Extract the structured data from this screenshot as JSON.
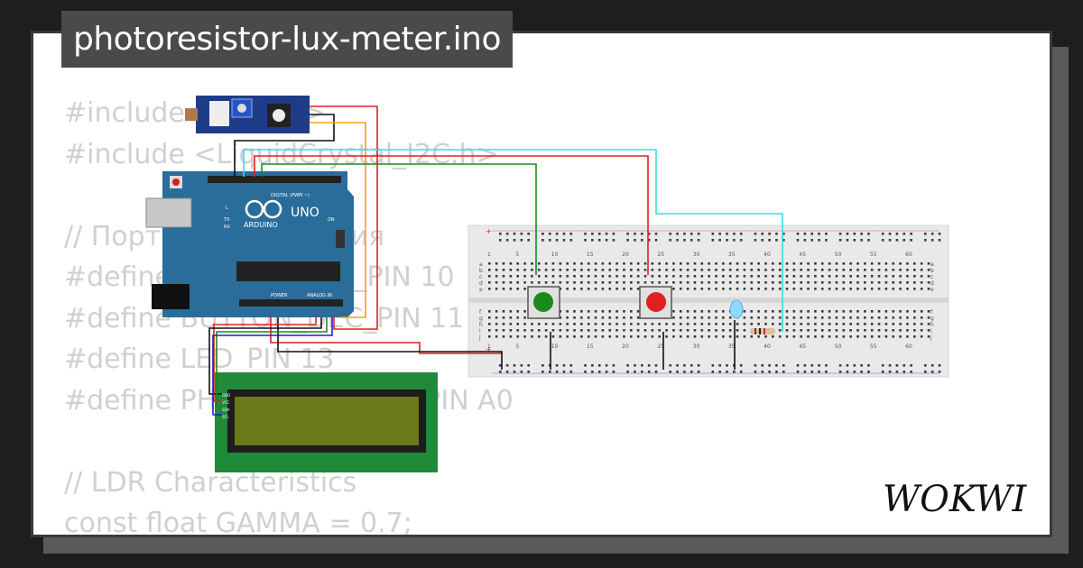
{
  "title": "photoresistor-lux-meter.ino",
  "code_lines": [
    "#include <Wire.h>",
    "#include <LiquidCrystal_I2C.h>",
    "",
    "// Порты подключения",
    "#define BUTTON_INC_PIN 10",
    "#define BUTTON_DEC_PIN 11",
    "#define LED_PIN 13",
    "#define PHOTORESISTOR_PIN A0",
    "",
    "// LDR Characteristics",
    "const float GAMMA = 0.7;"
  ],
  "brand": "WOKWI",
  "board": {
    "name": "UNO",
    "maker": "ARDUINO",
    "header_digital": "DIGITAL (PWM ~)",
    "header_power": "POWER",
    "header_analog": "ANALOG IN",
    "label_on": "ON",
    "label_tx": "TX",
    "label_rx": "RX",
    "label_l": "L"
  },
  "breadboard": {
    "column_numbers": [
      "1",
      "5",
      "10",
      "15",
      "20",
      "25",
      "30",
      "35",
      "40",
      "45",
      "50",
      "55",
      "60"
    ],
    "row_letters": [
      "a",
      "b",
      "c",
      "d",
      "e",
      "f",
      "g",
      "h",
      "i",
      "j"
    ]
  },
  "lcd_pins": [
    "GND",
    "VCC",
    "SDA",
    "SCL"
  ],
  "colors": {
    "background": "#1e1e1e",
    "card": "#ffffff",
    "title_bg": "#4a4a4a",
    "code_text": "#d0d0d0",
    "wire_red": "#e02020",
    "wire_black": "#111111",
    "wire_green": "#1a8a1a",
    "wire_orange": "#f0a020",
    "wire_cyan": "#30e0e0",
    "wire_blue": "#2020c0",
    "arduino_blue": "#2a6d9a",
    "lcd_green": "#1f8a3a"
  }
}
